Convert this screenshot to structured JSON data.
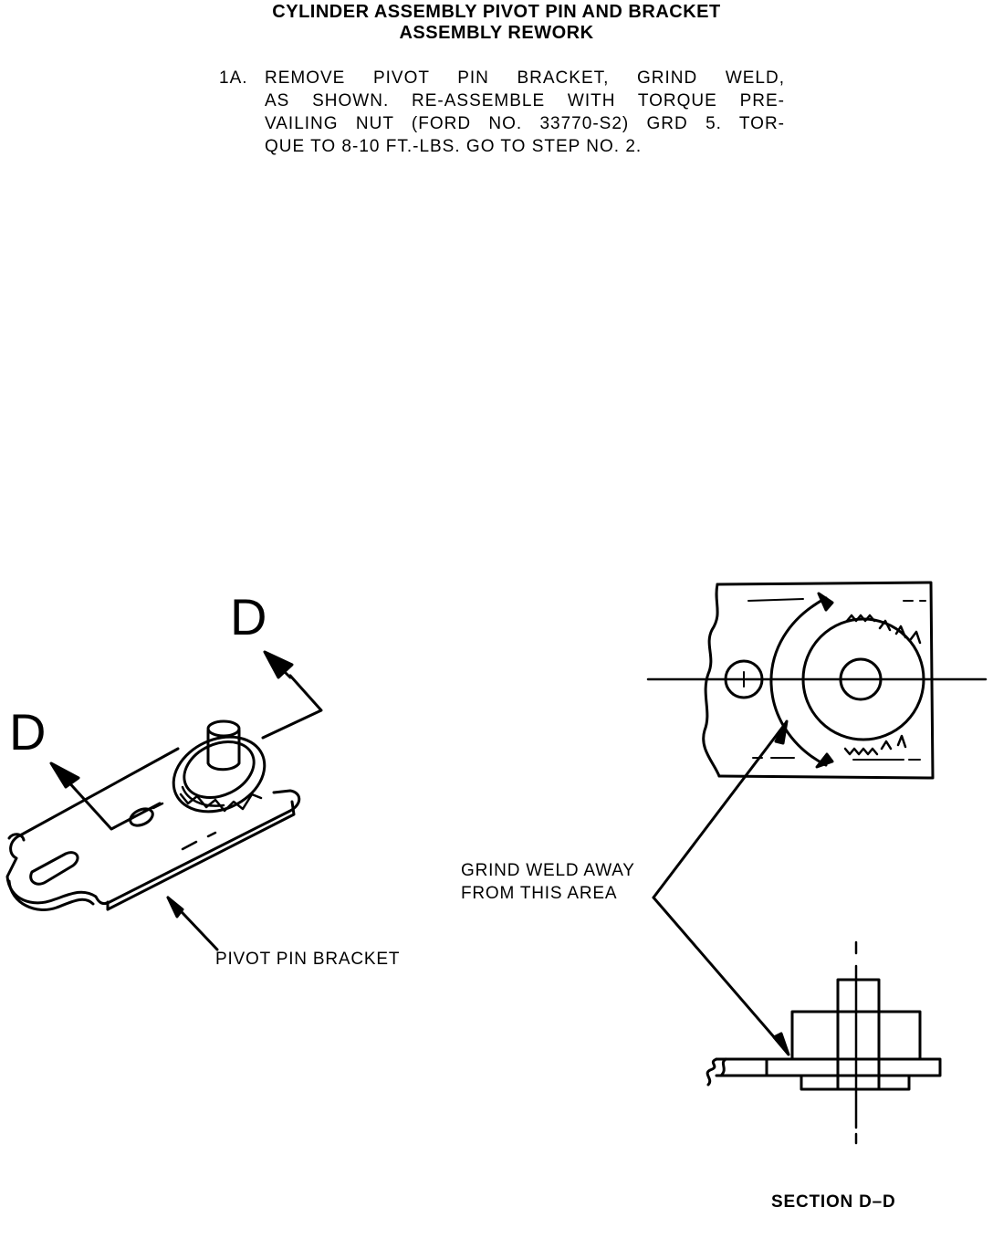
{
  "title": {
    "line1": "CYLINDER ASSEMBLY PIVOT PIN AND BRACKET",
    "line2": "ASSEMBLY REWORK"
  },
  "step": {
    "number": "1A.",
    "lines": [
      "REMOVE PIVOT PIN BRACKET, GRIND WELD,",
      "AS SHOWN. RE-ASSEMBLE WITH TORQUE PRE-",
      "VAILING NUT (FORD NO. 33770-S2) GRD 5. TOR-",
      "QUE TO 8-10 FT.-LBS. GO TO STEP NO. 2."
    ]
  },
  "labels": {
    "section_marker_top": "D",
    "section_marker_left": "D",
    "pivot_pin_bracket": "PIVOT PIN BRACKET",
    "grind_weld_line1": "GRIND WELD AWAY",
    "grind_weld_line2": "FROM THIS AREA",
    "section_caption": "SECTION D–D"
  }
}
